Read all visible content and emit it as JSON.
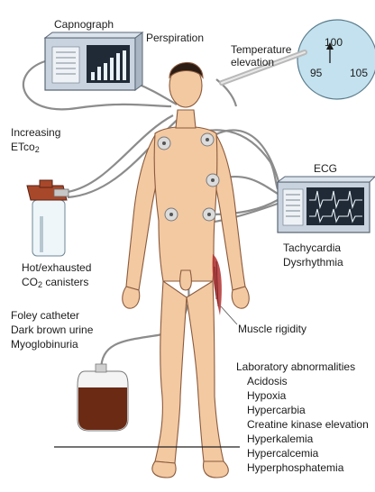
{
  "labels": {
    "capnograph": "Capnograph",
    "perspiration": "Perspiration",
    "temperature_line1": "Temperature",
    "temperature_line2": "elevation",
    "increasing_line1": "Increasing",
    "increasing_etco2_main": "ETco",
    "increasing_etco2_sub": "2",
    "ecg": "ECG",
    "tachycardia": "Tachycardia",
    "dysrhythmia": "Dysrhythmia",
    "canisters_line1": "Hot/exhausted",
    "canisters_co2_main": "CO",
    "canisters_co2_sub": "2",
    "canisters_co2_rest": " canisters",
    "foley_line1": "Foley catheter",
    "foley_line2": "Dark brown urine",
    "foley_line3": "Myoglobinuria",
    "muscle_rigidity": "Muscle rigidity"
  },
  "thermometer": {
    "reading_top": "100",
    "reading_left": "95",
    "reading_right": "105"
  },
  "lab_panel": {
    "title": "Laboratory abnormalities",
    "items": [
      "Acidosis",
      "Hypoxia",
      "Hypercarbia",
      "Creatine kinase elevation",
      "Hyperkalemia",
      "Hypercalcemia",
      "Hyperphosphatemia"
    ]
  },
  "colors": {
    "skin": "#f3c9a2",
    "skin_outline": "#8a5a3c",
    "monitor_body": "#c9d3df",
    "monitor_screen": "#1f2a36",
    "muscle": "#b03030",
    "urine": "#6b2a14",
    "canister_cap": "#a8482a"
  }
}
